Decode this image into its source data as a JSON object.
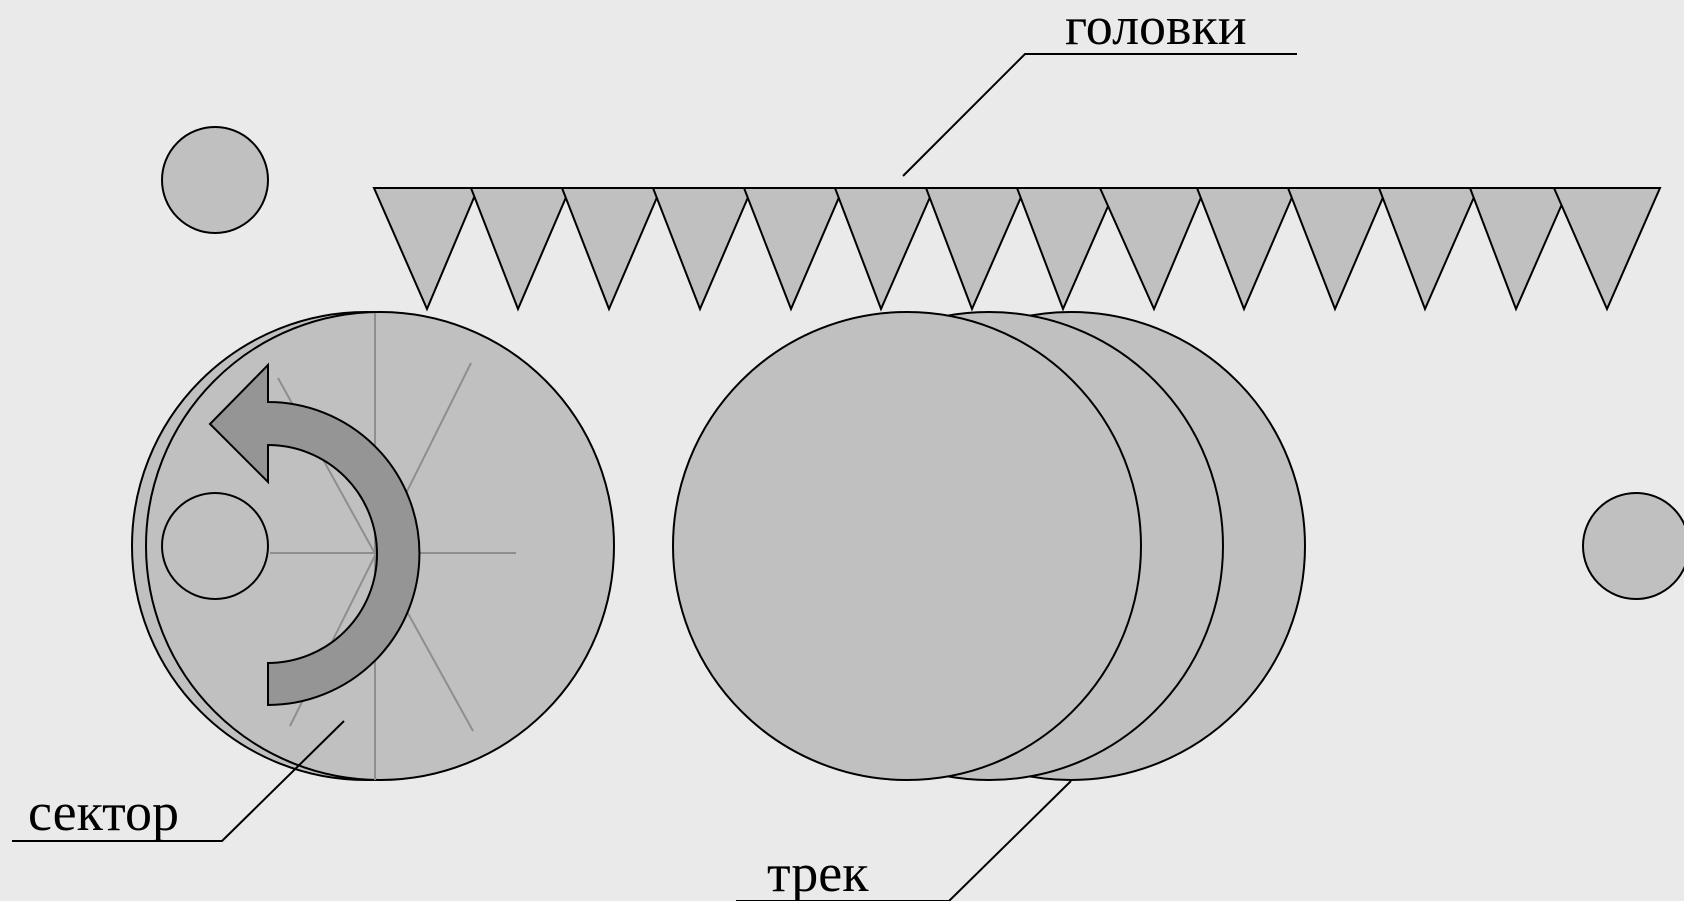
{
  "labels": {
    "heads": "головки",
    "sector": "сектор",
    "track": "трек"
  },
  "colors": {
    "background": "#eaeaea",
    "platter_fill": "#c0c0c0",
    "arrow_fill": "#959595",
    "stroke": "#000000",
    "sector_line": "#8e8e8e"
  }
}
